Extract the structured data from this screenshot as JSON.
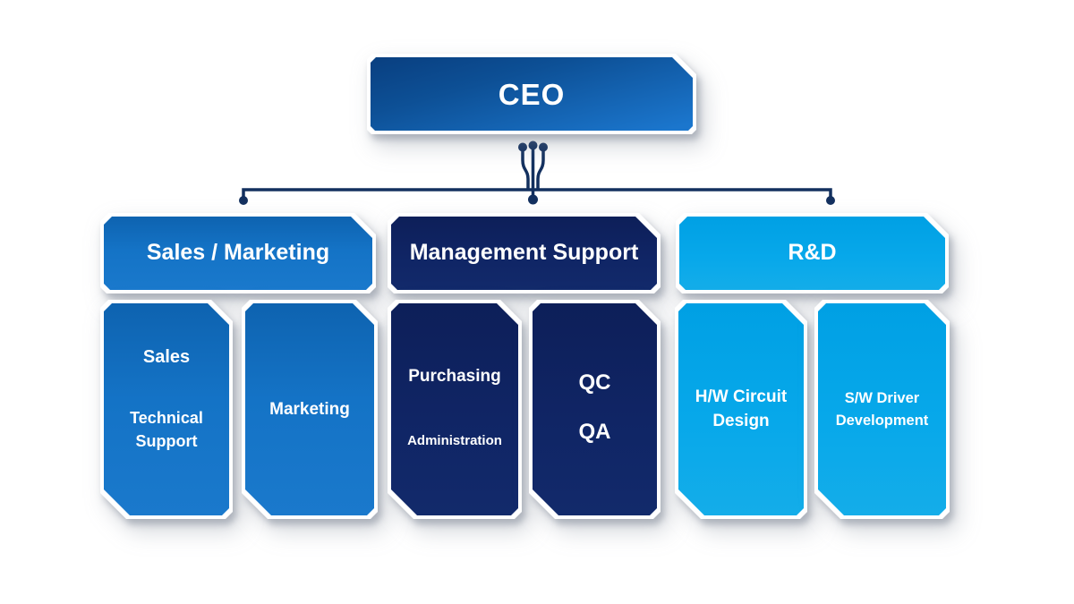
{
  "org_chart": {
    "root": {
      "label": "CEO"
    },
    "departments": [
      {
        "label": "Sales / Marketing",
        "theme": "medium-blue",
        "children": [
          {
            "labels": [
              "Sales",
              "Technical Support"
            ]
          },
          {
            "labels": [
              "Marketing"
            ]
          }
        ]
      },
      {
        "label": "Management Support",
        "theme": "dark-navy",
        "children": [
          {
            "labels": [
              "Purchasing",
              "Administration"
            ]
          },
          {
            "labels": [
              "QC",
              "QA"
            ]
          }
        ]
      },
      {
        "label": "R&D",
        "theme": "light-blue",
        "children": [
          {
            "labels": [
              "H/W Circuit Design"
            ]
          },
          {
            "labels": [
              "S/W Driver Development"
            ]
          }
        ]
      }
    ]
  },
  "colors": {
    "ceo_gradient_start": "#093f80",
    "ceo_gradient_end": "#1b76cd",
    "medium_blue": "#1473c6",
    "dark_navy": "#102565",
    "light_blue": "#07a8ea",
    "connector_line": "#13305f",
    "box_border": "#ffffff",
    "text": "#ffffff",
    "background": "#ffffff"
  }
}
